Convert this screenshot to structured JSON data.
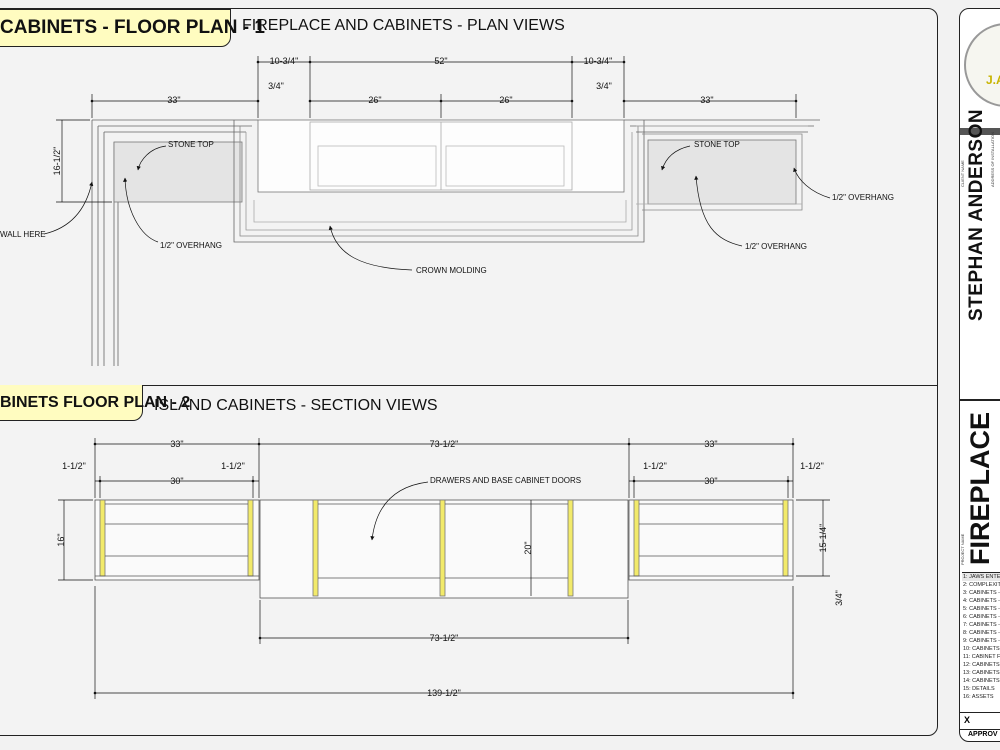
{
  "sheet": {
    "tag1": "CABINETS - FLOOR PLAN - 1",
    "heading1": "FIREPLACE AND CABINETS - PLAN VIEWS",
    "tag2": "BINETS FLOOR PLAN - 2",
    "heading2": "ISLAND CABINETS - SECTION VIEWS"
  },
  "plan": {
    "dims": {
      "top_left_side": "10-3/4\"",
      "top_mid": "52\"",
      "top_right_side": "10-3/4\"",
      "left_33": "33\"",
      "left_34": "3/4\"",
      "mid_26a": "26\"",
      "mid_26b": "26\"",
      "right_34": "3/4\"",
      "right_33": "33\"",
      "depth": "16-1/2\""
    },
    "notes": {
      "stone_top_left": "STONE TOP",
      "stone_top_right": "STONE TOP",
      "wall_here": "WALL HERE",
      "overhang_left": "1/2\" OVERHANG",
      "overhang_right_a": "1/2\" OVERHANG",
      "overhang_right_b": "1/2\" OVERHANG",
      "crown_molding": "CROWN MOLDING"
    }
  },
  "section": {
    "dims": {
      "left_33": "33\"",
      "mid_73": "73-1/2\"",
      "right_33": "33\"",
      "left_112a": "1-1/2\"",
      "left_112b": "1-1/2\"",
      "left_30": "30\"",
      "right_112a": "1-1/2\"",
      "right_112b": "1-1/2\"",
      "right_30": "30\"",
      "height_16": "16\"",
      "height_20": "20\"",
      "height_1514": "15-1/4\"",
      "right_34": "3/4\"",
      "bottom_73": "73-1/2\"",
      "bottom_139": "139-1/2\""
    },
    "notes": {
      "drawers": "DRAWERS AND BASE CABINET DOORS"
    }
  },
  "title_block": {
    "logo_text": "J.A",
    "client_caption": "CLIENT NAME",
    "address_caption": "ADDRESS OF INSTALLATION",
    "client_name": "STEPHAN ANDERSON",
    "project_caption": "PROJECT NAME",
    "project_name": "FIREPLACE",
    "sheets": [
      "1:  JAWS ENTE",
      "2:  COMPLEXIT",
      "3:  CABINETS -",
      "4:  CABINETS -",
      "5:  CABINETS -",
      "6:  CABINETS -",
      "7:  CABINETS -",
      "8:  CABINETS -",
      "9:  CABINETS -",
      "10:  CABINETS -",
      "11:  CABINET FL",
      "12:  CABINETS -",
      "13:  CABINETS -",
      "14:  CABINETS -",
      "15:  DETAILS",
      "16:  ASSETS"
    ],
    "x_mark": "X",
    "approval": "APPROV"
  },
  "colors": {
    "tag_fill": "#fffcc0",
    "stone_fill": "#e4e4e4",
    "yellow_edge": "#f2ea6a",
    "line": "#222222"
  }
}
